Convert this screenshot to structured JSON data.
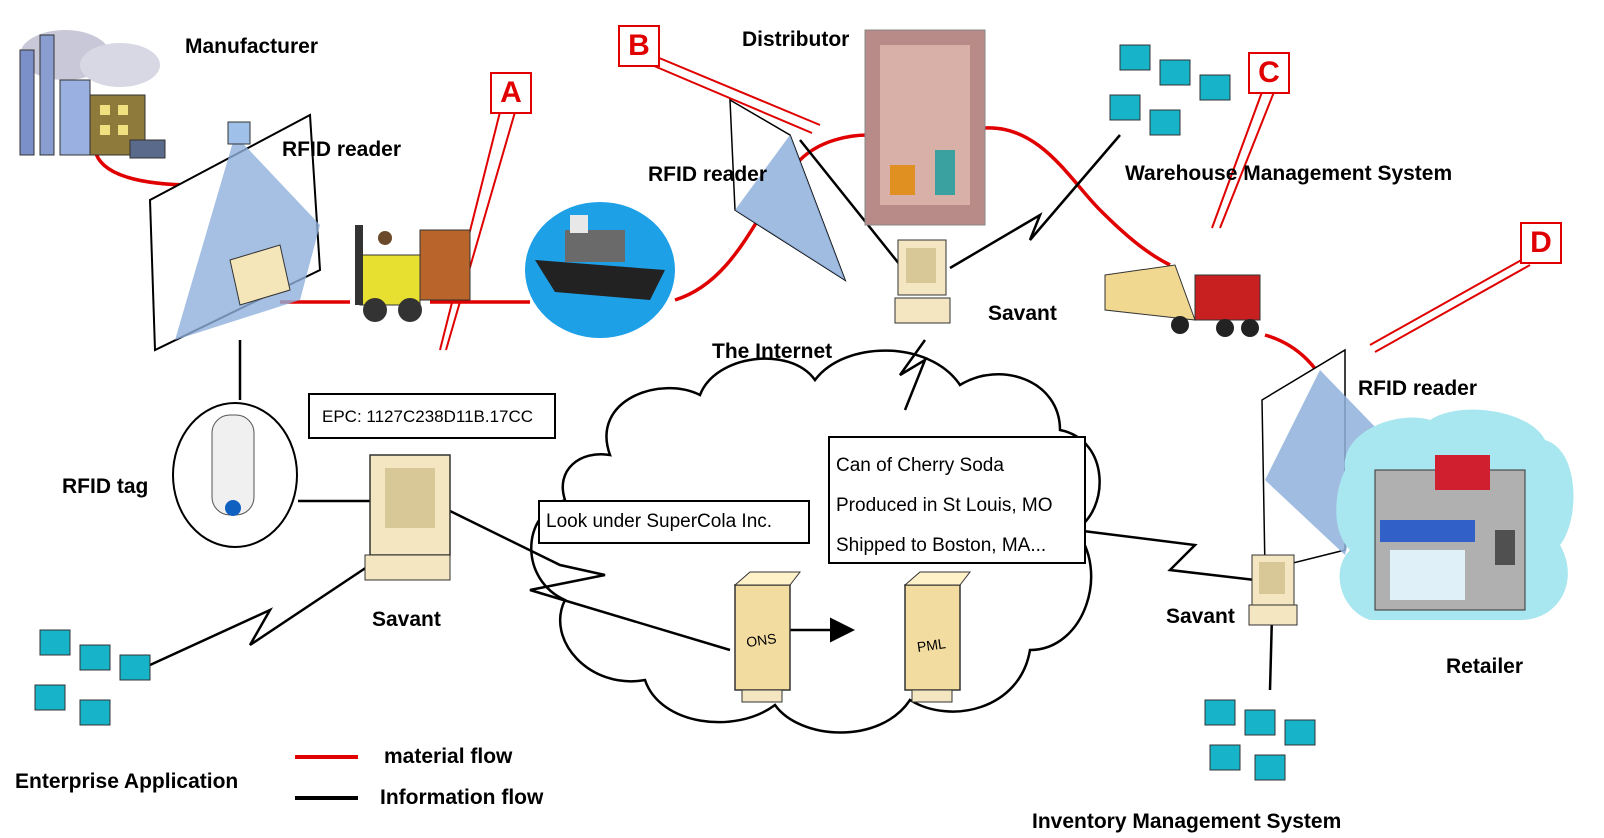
{
  "nodes": {
    "manufacturer": "Manufacturer",
    "distributor": "Distributor",
    "retailer": "Retailer",
    "the_internet": "The Internet",
    "rfid_tag": "RFID tag",
    "savant_left": "Savant",
    "savant_top": "Savant",
    "savant_right": "Savant",
    "rfid_reader_manufacturer": "RFID reader",
    "rfid_reader_distributor": "RFID reader",
    "rfid_reader_retailer": "RFID reader",
    "warehouse_system": "Warehouse  Management System",
    "enterprise_application": "Enterprise Application",
    "inventory_system": "Inventory Management System",
    "ons_server": "ONS",
    "pml_server": "PML"
  },
  "callouts": [
    "A",
    "B",
    "C",
    "D"
  ],
  "bubbles": {
    "epc": "EPC: 1127C238D11B.17CC",
    "lookup": "Look under SuperCola Inc.",
    "product_lines": [
      "Can of Cherry Soda",
      "Produced in St Louis, MO",
      "Shipped to Boston, MA..."
    ]
  },
  "legend": {
    "material_flow": "material flow",
    "information_flow": "Information flow"
  },
  "colors": {
    "material_flow": "#e00000",
    "information_flow": "#000000",
    "rfid_beam": "#8fb0dc",
    "computer": "#f3e6c0",
    "screen": "#17b3c9",
    "callout": "#e00000"
  }
}
